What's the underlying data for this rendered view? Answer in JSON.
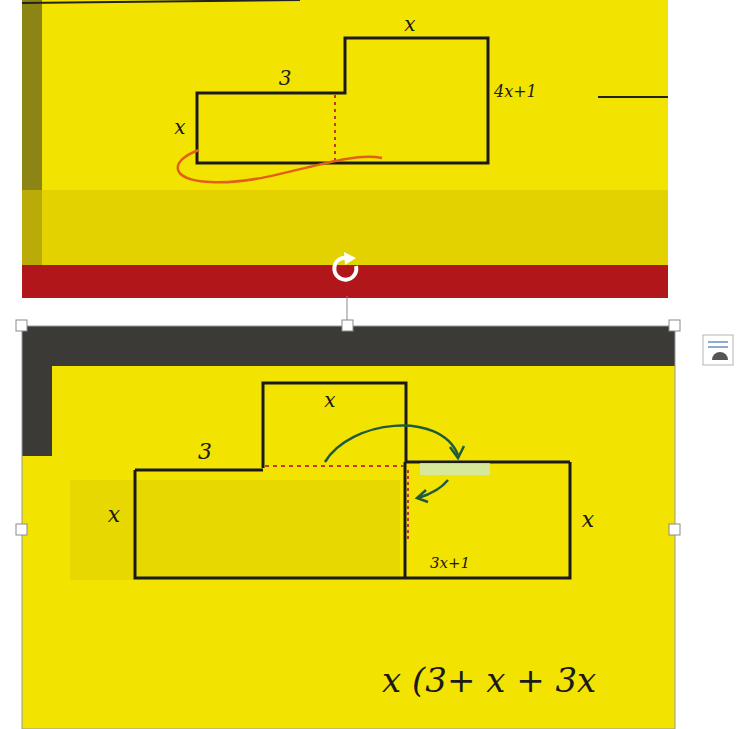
{
  "diagram": {
    "labels": [
      "x",
      "3",
      "x",
      "4x+1",
      "x",
      "3",
      "x",
      "x",
      "3x+1",
      "x (3+ x + 3x"
    ]
  }
}
